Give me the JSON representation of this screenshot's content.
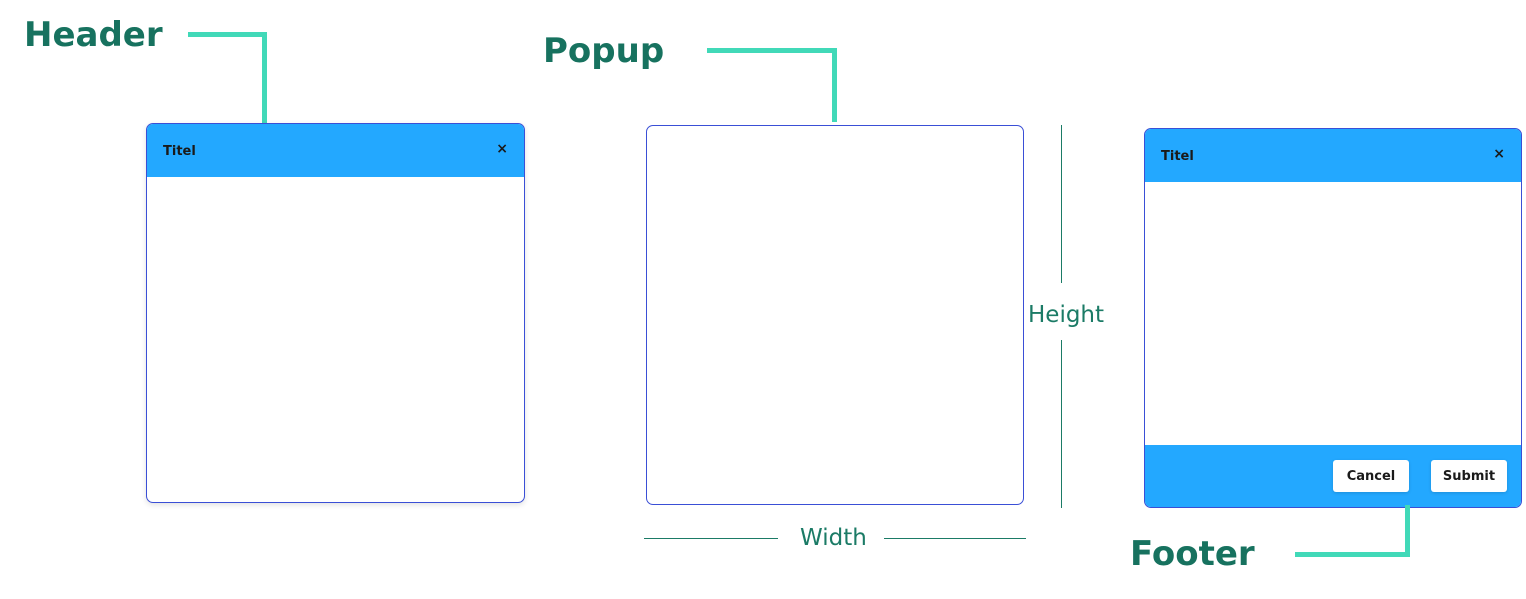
{
  "callouts": {
    "header": "Header",
    "popup": "Popup",
    "footer": "Footer"
  },
  "dimensions": {
    "height": "Height",
    "width": "Width"
  },
  "popups": {
    "left": {
      "title": "Titel",
      "close": "×"
    },
    "right": {
      "title": "Titel",
      "close": "×",
      "cancel_label": "Cancel",
      "submit_label": "Submit"
    }
  },
  "colors": {
    "header_footer": "#23a8ff",
    "border": "#3a4fd6",
    "callout_line": "#41d9b8",
    "label_text": "#17725f"
  }
}
